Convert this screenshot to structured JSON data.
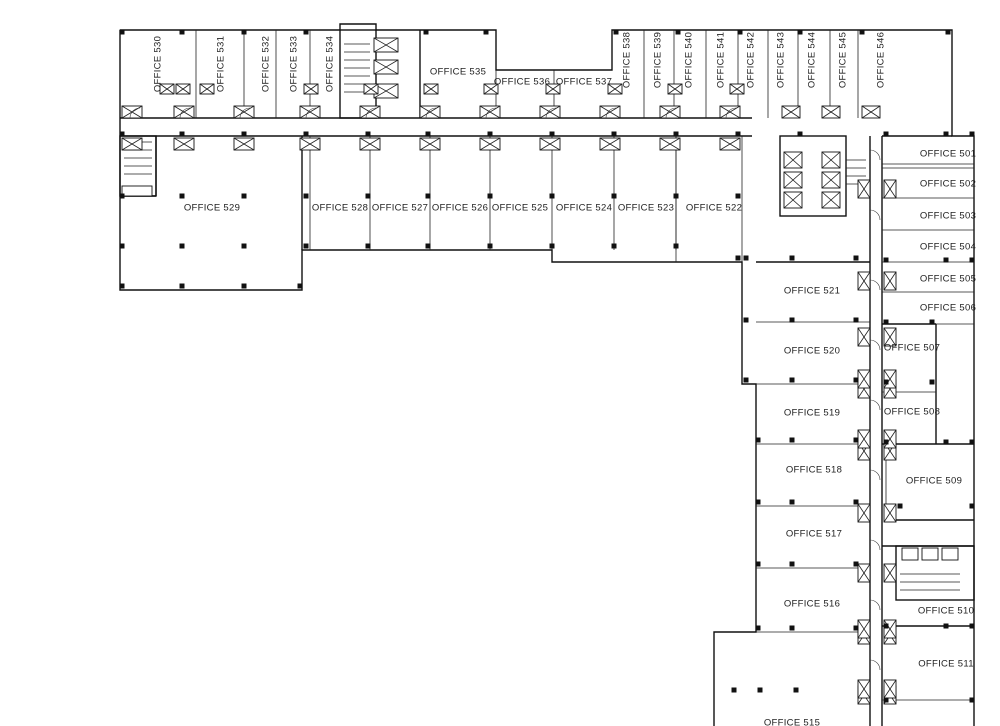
{
  "floor_plan": {
    "room_prefix": "OFFICE",
    "offices": [
      "501",
      "502",
      "503",
      "504",
      "505",
      "506",
      "507",
      "508",
      "509",
      "510",
      "511",
      "515",
      "516",
      "517",
      "518",
      "519",
      "520",
      "521",
      "522",
      "523",
      "524",
      "525",
      "526",
      "527",
      "528",
      "529",
      "530",
      "531",
      "532",
      "533",
      "534",
      "535",
      "536",
      "537",
      "538",
      "539",
      "540",
      "541",
      "542",
      "543",
      "544",
      "545",
      "546"
    ]
  }
}
